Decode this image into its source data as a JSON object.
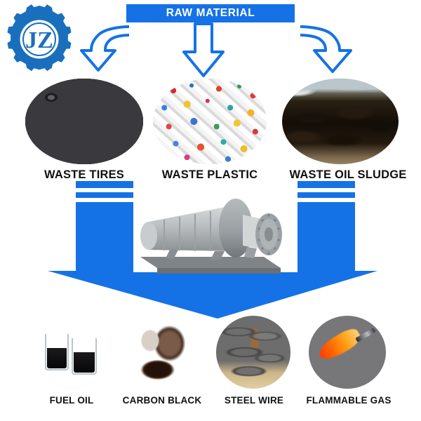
{
  "brand": {
    "logo_text": "JZ",
    "logo_icon": "gear-icon",
    "color": "#1a6fbd"
  },
  "header": {
    "banner_label": "RAW MATERIAL",
    "banner_color": "#1472e6",
    "banner_text_color": "#ffffff"
  },
  "arrows": {
    "left_icon": "curved-arrow-down-left-icon",
    "middle_icon": "arrow-down-icon",
    "right_icon": "curved-arrow-down-right-icon",
    "big_icon": "merge-arrow-down-icon",
    "color": "#1472e6"
  },
  "inputs": [
    {
      "id": "waste-tires",
      "label": "WASTE TIRES",
      "image": "pile-of-waste-tires-photo"
    },
    {
      "id": "waste-plastic",
      "label": "WASTE PLASTIC",
      "image": "mixed-waste-plastic-photo"
    },
    {
      "id": "waste-oil-sludge",
      "label": "WASTE OIL SLUDGE",
      "image": "oil-sludge-heap-photo"
    }
  ],
  "machine": {
    "name": "pyrolysis-reactor",
    "image": "horizontal-rotary-pyrolysis-reactor-photo",
    "body_color": "#9aa0a4"
  },
  "outputs": [
    {
      "id": "fuel-oil",
      "label": "FUEL OIL",
      "image": "two-beakers-of-dark-fuel-oil-photo"
    },
    {
      "id": "carbon-black",
      "label": "CARBON BLACK",
      "image": "carbon-black-powder-spilling-from-container-photo"
    },
    {
      "id": "steel-wire",
      "label": "STEEL WIRE",
      "image": "bundles-of-recovered-steel-wire-photo"
    },
    {
      "id": "flammable-gas",
      "label": "FLAMMABLE GAS",
      "image": "burning-gas-torch-flame-photo"
    }
  ]
}
